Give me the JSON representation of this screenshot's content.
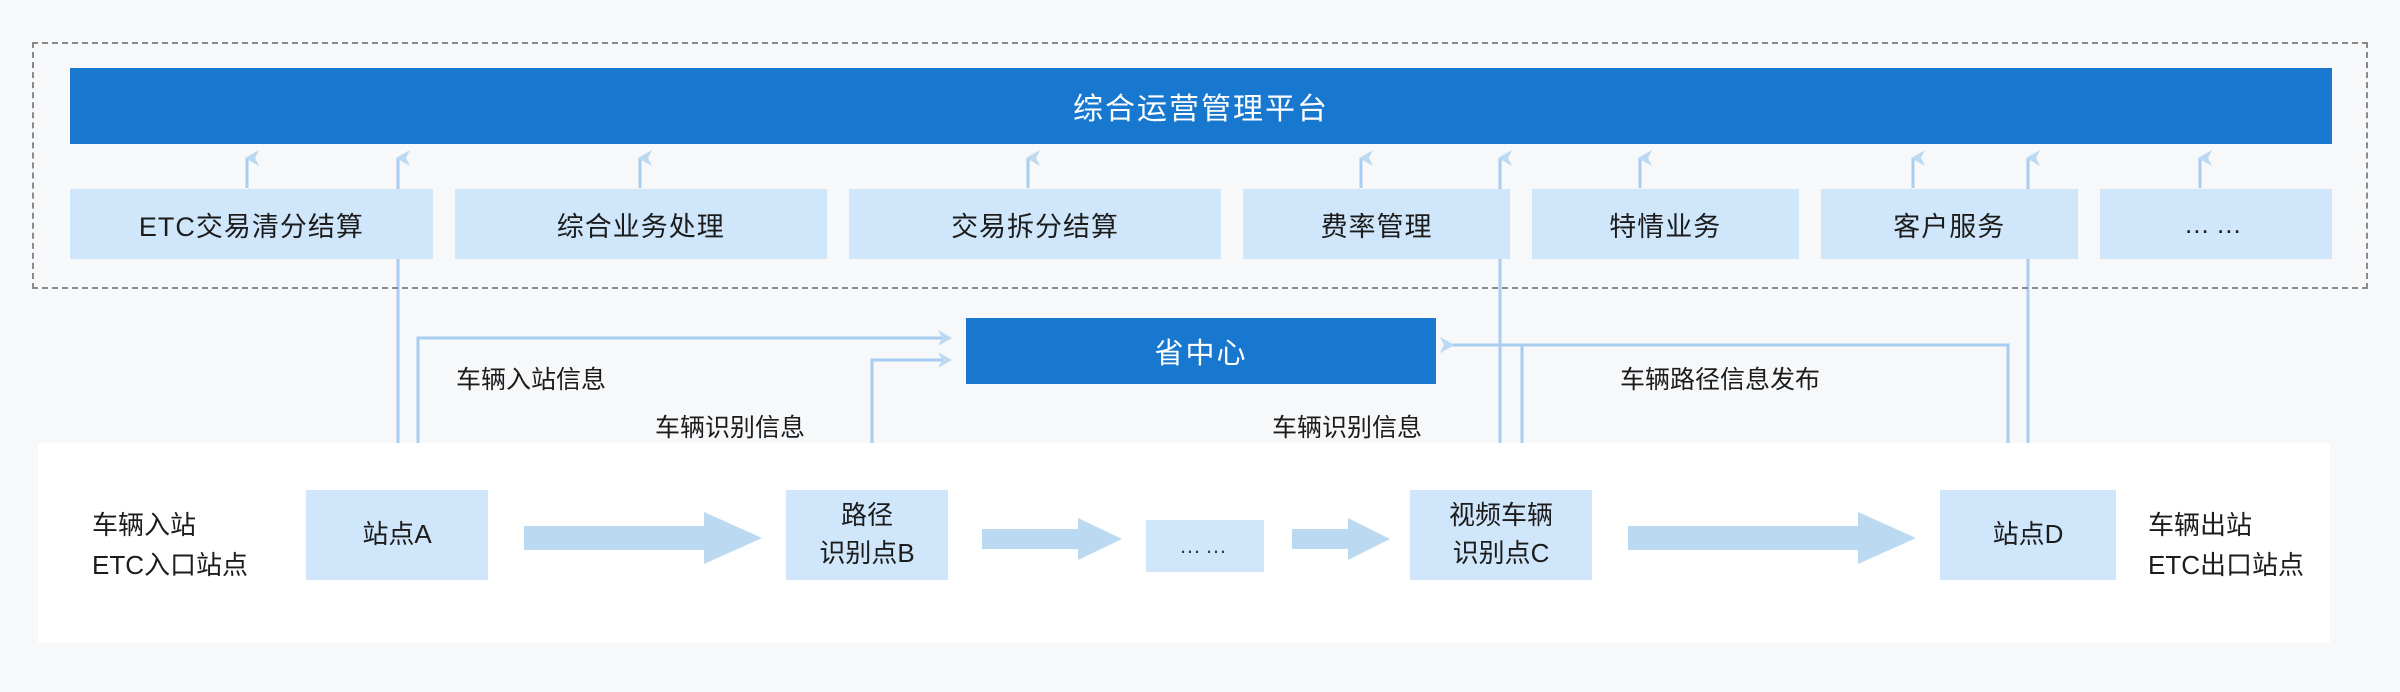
{
  "colors": {
    "accent_blue": "#1878cf",
    "light_blue": "#cfe6fb",
    "wire_blue": "#a8cdf0",
    "arrow_fill": "#bcd9f2",
    "dash_gray": "#8a8a8a",
    "page_bg": "#f7f8fa",
    "panel_bg": "#ffffff"
  },
  "platform": {
    "title": "综合运营管理平台",
    "modules": [
      {
        "label": "ETC交易清分结算"
      },
      {
        "label": "综合业务处理"
      },
      {
        "label": "交易拆分结算"
      },
      {
        "label": "费率管理"
      },
      {
        "label": "特情业务"
      },
      {
        "label": "客户服务"
      },
      {
        "label": "……"
      }
    ]
  },
  "province_center": {
    "title": "省中心"
  },
  "edge_labels": {
    "vehicle_entry_info": "车辆入站信息",
    "vehicle_id_info_left": "车辆识别信息",
    "vehicle_id_info_right": "车辆识别信息",
    "vehicle_route_publish": "车辆路径信息发布"
  },
  "roadway": {
    "left_caption": {
      "line1": "车辆入站",
      "line2": "ETC入口站点"
    },
    "right_caption": {
      "line1": "车辆出站",
      "line2": "ETC出口站点"
    },
    "nodes": [
      {
        "line1": "站点A",
        "line2": ""
      },
      {
        "line1": "路径",
        "line2": "识别点B"
      },
      {
        "line1": "……",
        "line2": ""
      },
      {
        "line1": "视频车辆",
        "line2": "识别点C"
      },
      {
        "line1": "站点D",
        "line2": ""
      }
    ]
  }
}
